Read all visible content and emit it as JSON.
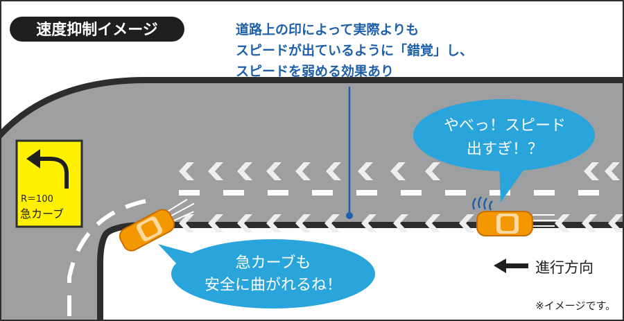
{
  "title": "速度抑制イメージ",
  "explanation": [
    "道路上の印によって実際よりも",
    "スピードが出ているように「錯覚」し、",
    "スピードを弱める効果あり"
  ],
  "sign": {
    "radius_label": "R＝100",
    "name": "急カーブ"
  },
  "bubble_right": [
    "やべっ！スピード",
    "出すぎ！？"
  ],
  "bubble_left": [
    "急カーブも",
    "安全に曲がれるね！"
  ],
  "direction_label": "進行方向",
  "note": "※イメージです。",
  "colors": {
    "road": "#9e9fa1",
    "road_edge": "#2d2d2d",
    "bubble": "#2aa5dc",
    "car": "#f39800",
    "sign": "#fff100",
    "line_blue": "#1d5fa8",
    "title_bg": "#1f1f1f"
  }
}
